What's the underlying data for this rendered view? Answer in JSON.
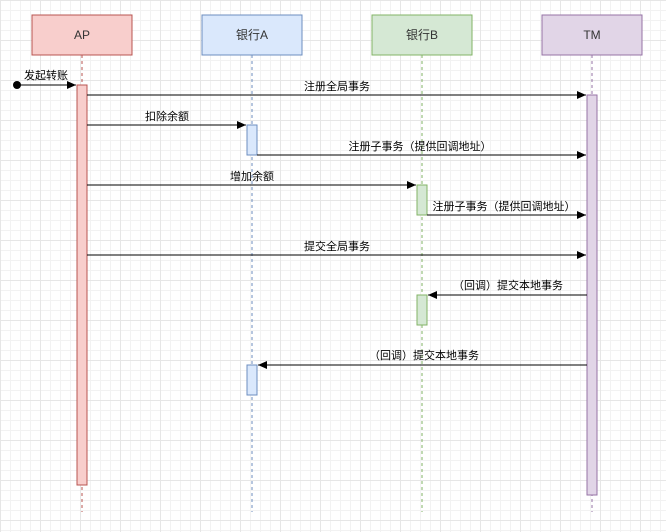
{
  "participants": [
    {
      "id": "ap",
      "label": "AP",
      "fill": "#f8cecc",
      "stroke": "#b85450"
    },
    {
      "id": "bankA",
      "label": "银行A",
      "fill": "#dae8fc",
      "stroke": "#6c8ebf"
    },
    {
      "id": "bankB",
      "label": "银行B",
      "fill": "#d5e8d4",
      "stroke": "#82b366"
    },
    {
      "id": "tm",
      "label": "TM",
      "fill": "#e1d5e7",
      "stroke": "#9673a6"
    }
  ],
  "messages": {
    "start": "发起转账",
    "m1": "注册全局事务",
    "m2": "扣除余额",
    "m3": "注册子事务（提供回调地址）",
    "m4": "增加余额",
    "m5": "注册子事务（提供回调地址）",
    "m6": "提交全局事务",
    "m7": "（回调）提交本地事务",
    "m8": "（回调）提交本地事务"
  },
  "colors": {
    "arrow": "#000000",
    "background": "#ffffff"
  }
}
